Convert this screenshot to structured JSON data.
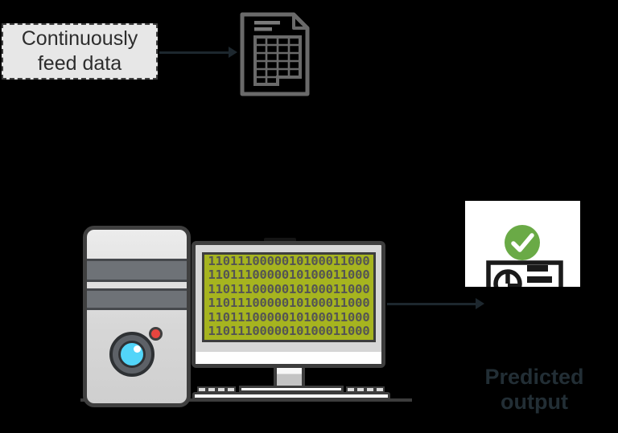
{
  "feed_box": {
    "line1": "Continuously",
    "line2": "feed data"
  },
  "monitor": {
    "binary_lines": [
      "1101110000010100011000",
      "1101110000010100011000",
      "1101110000010100011000",
      "1101110000010100011000",
      "1101110000010100011000",
      "1101110000010100011000"
    ]
  },
  "predicted_output": {
    "line1": "Predicted",
    "line2": "output"
  },
  "icons": {
    "data_file": "spreadsheet-document-icon",
    "computer": "desktop-tower-and-monitor-icon",
    "result": "report-with-green-checkmark-icon"
  },
  "colors": {
    "background": "#000000",
    "box_fill": "#e7e7e7",
    "screen_green": "#a6b41f",
    "binary_text": "#545454",
    "check_green": "#6aaa46",
    "power_cyan": "#52d5f9",
    "led_red": "#e8453f",
    "arrow_dark": "#1d272e",
    "outline_gray": "#3f3f3f"
  }
}
